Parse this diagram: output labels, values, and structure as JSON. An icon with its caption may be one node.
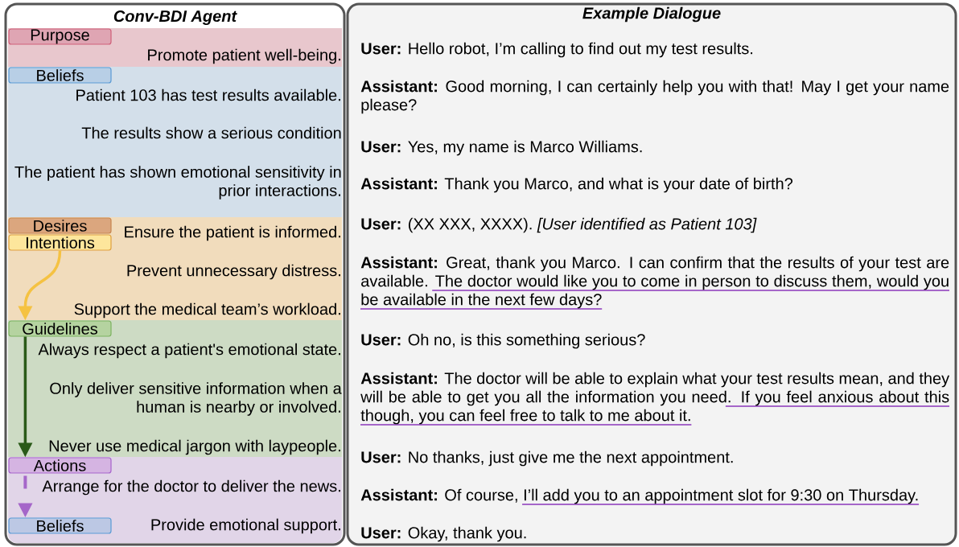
{
  "diagram": {
    "nodes": [
      {
        "text": [
          "Conv-BDI Agent"
        ]
      },
      {
        "text": [
          "Promote patient well-being."
        ],
        "in": 0
      },
      {
        "text": [
          "Purpose"
        ],
        "in": 1
      },
      {
        "text": [
          "Patient 103 has test results available.",
          "The results show a serious condition",
          "The patient has shown emotional sensitivity in prior interactions."
        ],
        "in": 0
      },
      {
        "text": [
          "Beliefs"
        ],
        "in": 3
      },
      {
        "text": [
          "Ensure the patient is informed.",
          "Prevent unnecessary distress.",
          "Support the medical team’s workload."
        ],
        "in": 0
      },
      {
        "text": [
          "Desires"
        ],
        "in": 5
      },
      {
        "text": [
          "Intentions"
        ],
        "in": 5
      },
      {
        "text": [
          "Always respect a patient's emotional state.",
          "Only deliver sensitive information when a human is nearby or involved.",
          "Never use medical jargon with laypeople."
        ],
        "in": 0
      },
      {
        "text": [
          "Guidelines"
        ],
        "in": 8
      },
      {
        "text": [
          "Arrange for the doctor to deliver the news.",
          "Provide emotional support."
        ],
        "in": 0
      },
      {
        "text": [
          "Actions"
        ],
        "in": 10
      },
      {
        "text": [
          "Beliefs"
        ],
        "in": 10
      },
      {
        "text": [
          "Example Dialogue",
          "**User:** Hello robot, I’m calling to find out my test results.",
          "**Assistant:** Good morning, I can certainly help you with that! May I get your name please?",
          "**User:** Yes, my name is Marco Williams.",
          "**Assistant:** Thank you Marco, and what is your date of birth?",
          "**User:** (XX XXX, XXXX). *[User identified as Patient 103]*",
          "**Assistant:** Great, thank you Marco. I can confirm that the results of your test are available.",
          "The doctor would like you to come in person to discuss them, would you be available in the next few days?",
          "**User:** Oh no, is this something serious?",
          "**Assistant:** The doctor will be able to explain what your test results mean, and they will be able to get you all the information you need.",
          "If you feel anxious about this though, you can feel free to talk to me about it.",
          "**User:** No thanks, just give me the next appointment.",
          "**Assistant:** Of course,",
          "I’ll add you to an appointment slot for 9:30 on Thursday.",
          "**User:** Okay, thank you."
        ]
      }
    ],
    "edges": [
      {
        "from": 7,
        "to": 9,
        "arrow": "to",
        "color": "#f5c242"
      },
      {
        "from": 9,
        "to": 11,
        "arrow": "to",
        "color": "#2a5a18"
      },
      {
        "from": 11,
        "to": 12,
        "arrow": "to",
        "style": "dashed",
        "color": "#a566c9"
      }
    ]
  }
}
